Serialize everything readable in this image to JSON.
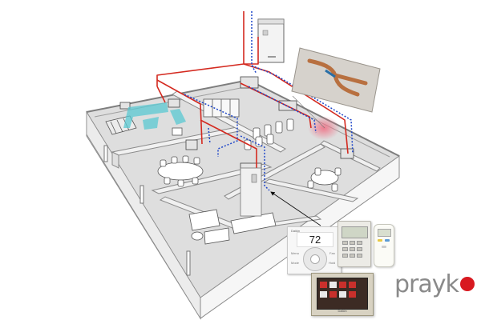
{
  "figure": {
    "colors": {
      "refrigerant_line": "#d42a20",
      "control_wiring": "#1e46c8",
      "airflow": "#59c8d2",
      "floor": "#d6d6d6",
      "walls": "#efefef",
      "highlight": "#f07080"
    },
    "thermostat": {
      "brand": "Daikin",
      "temperature": "72",
      "button_labels": [
        "Menu",
        "Mode",
        "Fan",
        "Hold"
      ]
    },
    "touch_panel": {
      "brand": "Daikin"
    },
    "logo": {
      "text": "prayk"
    }
  }
}
